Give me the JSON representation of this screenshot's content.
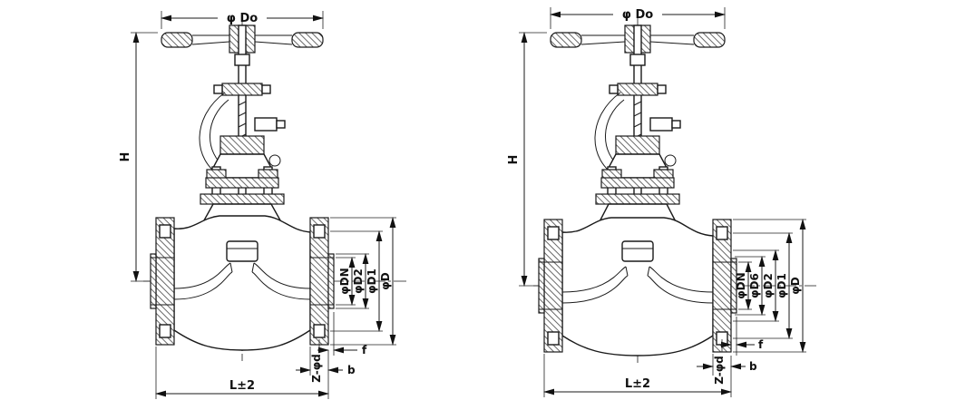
{
  "colors": {
    "line": "#1a1a1a",
    "background": "#ffffff"
  },
  "valves": [
    {
      "top_dia": "φ Do",
      "height": "H",
      "bores": [
        "φDN",
        "φD2",
        "φD1",
        "φD"
      ],
      "length": "L±2",
      "thickness": "b",
      "face": "f",
      "bolt_holes": "Z-φd"
    },
    {
      "top_dia": "φ Do",
      "height": "H",
      "bores": [
        "φDN",
        "φD6",
        "φD2",
        "φD1",
        "φD"
      ],
      "length": "L±2",
      "thickness": "b",
      "face": "f",
      "bolt_holes": "Z-φd"
    }
  ]
}
